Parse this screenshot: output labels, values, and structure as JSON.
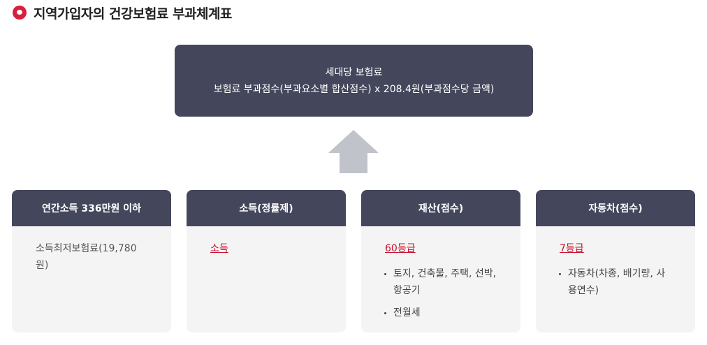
{
  "header": {
    "title": "지역가입자의 건강보험료 부과체계표"
  },
  "formula": {
    "line1": "세대당 보험료",
    "line2": "보험료 부과점수(부과요소별 합산점수) x 208.4원(부과점수당 금액)"
  },
  "cards": [
    {
      "title": "연간소득 336만원 이하",
      "text": "소득최저보험료(19,780원)"
    },
    {
      "title": "소득(정률제)",
      "link": "소득"
    },
    {
      "title": "재산(점수)",
      "link": "60등급",
      "bullets": [
        "토지, 건축물, 주택, 선박, 항공기",
        "전월세"
      ]
    },
    {
      "title": "자동차(점수)",
      "link": "7등급",
      "bullets": [
        "자동차(차종, 배기량, 사용연수)"
      ]
    }
  ],
  "colors": {
    "accent": "#c8102e",
    "box": "#44475c",
    "arrow": "#c0c3ca"
  }
}
